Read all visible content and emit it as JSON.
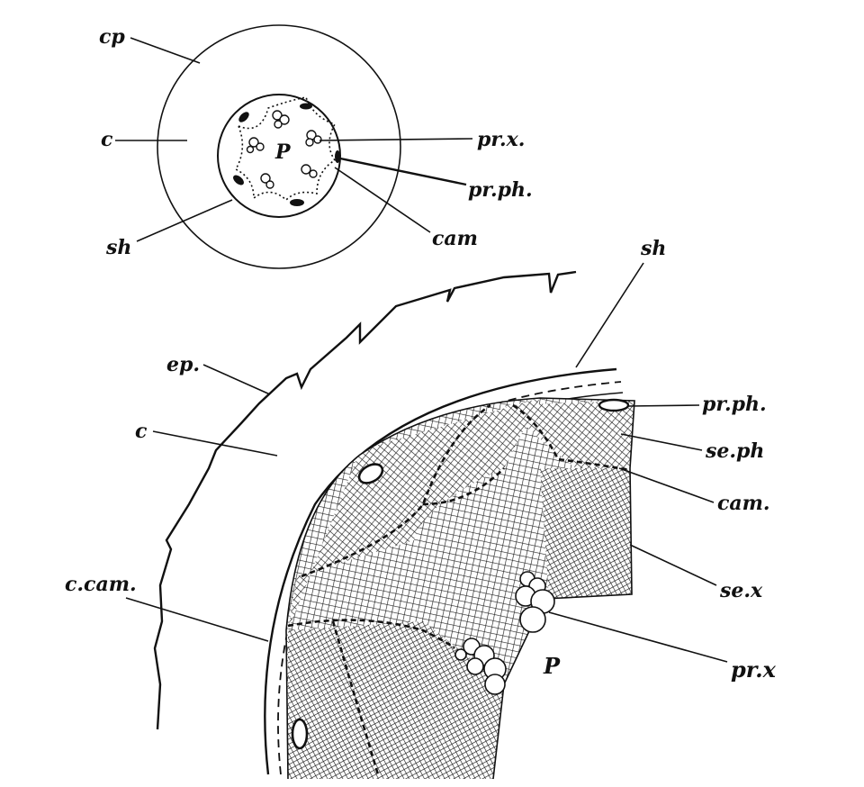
{
  "figure_top": {
    "labels": {
      "cp": "cp",
      "c": "c",
      "sh": "sh",
      "P": "P",
      "pr_x": "pr.x.",
      "pr_ph": "pr.ph.",
      "cam": "cam"
    }
  },
  "figure_bottom": {
    "labels": {
      "sh": "sh",
      "ep": "ep.",
      "c": "c",
      "c_cam": "c.cam.",
      "pr_ph": "pr.ph.",
      "se_ph": "se.ph",
      "cam": "cam.",
      "se_x": "se.x",
      "pr_x": "pr.x",
      "P": "P"
    }
  },
  "colors": {
    "ink": "#111111",
    "paper": "#ffffff"
  }
}
